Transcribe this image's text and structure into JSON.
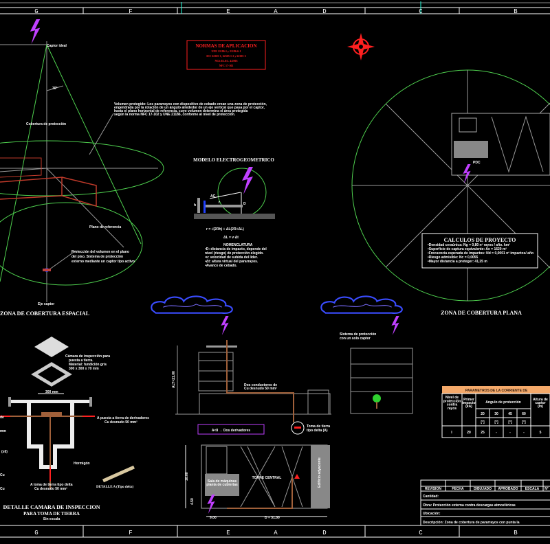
{
  "frame": {
    "top_letters": [
      "G",
      "F",
      "E",
      "A",
      "D",
      "C",
      "B"
    ],
    "bottom_letters": [
      "G",
      "F",
      "E",
      "A",
      "D",
      "C",
      "B"
    ]
  },
  "colors": {
    "background": "#000000",
    "cone": "#4fd14f",
    "lightning": "#c040ff",
    "norms": "#ff2020",
    "cloud": "#3a4cff",
    "copper": "#a0603a",
    "table_header": "#f4a96a"
  },
  "spatial": {
    "captor_label": "Captor ideal",
    "angle_label": "30°",
    "coverage_label": "Cobertura de protección",
    "reference_label": "Plano de referencia",
    "note_lines": [
      "Protección del volumen en el plano",
      "del piso. Sistema de protección",
      "externo mediante un captor tipo activo"
    ],
    "axis_label": "Eje captor",
    "title": "ZONA DE COBERTURA ESPACIAL",
    "description_lines": [
      "Volumen protegido: Los pararrayos con dispositivo de cebado crean una zona de protección,",
      "engendrada por la rotación de un ángulo alrededor de un eje vertical que pasa por el captor,",
      "hasta el plano horizontal de referencia, cuyo volumen determina el área protegida",
      "según la norma NFC 17-102 y UNE 21186, conforme al nivel de protección."
    ]
  },
  "norms": {
    "title": "NORMAS DE APLICACION",
    "lines": [
      "UNE 21186-1 y 21186-6-1",
      "IEC 62305-1, 62305-1-2 y 62305-3",
      "NCh ELEC. 4/2003",
      "NFC 17-102"
    ]
  },
  "egm": {
    "title": "MODELO ELECTROGEOMETRICO",
    "labels": {
      "ac": "AC",
      "h": "h",
      "r": "r",
      "d": "D"
    },
    "formula1": "r = √(2Rh) + ΔL(2R+ΔL)",
    "formula2": "ΔL = v·Δt",
    "legend_title": "NOMENCLATURA",
    "legend_lines": [
      "•D: distancia de impacto, depende del",
      "  nivel (riesgo) de protección elegido.",
      "•v: velocidad de subida del líder.",
      "•Δt: altura virtual del pararrayos.",
      "•Avance de cebado."
    ]
  },
  "plane": {
    "title": "ZONA DE COBERTURA PLANA",
    "calc_title": "CALCULOS DE PROYECTO",
    "calc_lines": [
      "•Densidad ceraúnica: Ng = 0,80 nº rayos / año. km²",
      "•Superficie de captura equivalente: Ae = 1620 m²",
      "•Frecuencia esperada de impactos: Nd = 0,0001 nº impactos/ año",
      "•Riesgo admisible: Nc = 0,0055",
      "•Mayor distancia a proteger: 41,25 m"
    ],
    "point_label": "PDC"
  },
  "elevation": {
    "height_label": "ALT=21.00",
    "conductors_label": [
      "Dos conductores de",
      "Cu desnudo 50 mm²"
    ],
    "derivators_label": "A<8 → Dos derivadores",
    "ground_label": [
      "Toma de tierra",
      "tipo delta (A)"
    ],
    "right_building_label": [
      "Sistema de protección",
      "con un solo captor"
    ]
  },
  "params_table": {
    "title": "PARAMETROS DE LA CORRIENTE DE",
    "headers": [
      "Nivel de protección contra rayos",
      "Primer impacto (kA)",
      "Angulo de protección",
      "Altura de captor (m)"
    ],
    "subheaders": [
      "20",
      "30",
      "45",
      "60"
    ],
    "units": [
      "[°]",
      "[°]",
      "[°]",
      "[°]"
    ],
    "row": [
      "I",
      "20",
      "25",
      "-",
      "-",
      "-",
      "5"
    ]
  },
  "detail": {
    "box_label": [
      "Cámara de inspección para",
      "puesta a tierra.",
      "Material: fundición gris",
      "300 x 300 x 70 mm"
    ],
    "dim_label": "300 mm",
    "right_arrow_label": [
      "A puesta a tierra de derivadores",
      "Cu desnudo 50 mm²"
    ],
    "concrete_label": "Hormigón",
    "left_fragments": [
      "de",
      "mm",
      "(x6)",
      "Cu",
      "Cu"
    ],
    "bottom_arrow_label": [
      "A toma de tierra tipo delta",
      "Cu desnudo 50 mm²"
    ],
    "detail_a_label": "DETALLE A (Tipo delta)",
    "title1": "DETALLE CAMARA DE INSPECCION",
    "title2": "PARA TOMA DE TIERRA",
    "scale": "Sin escala"
  },
  "floorplan": {
    "center_label": "TORRE CENTRAL",
    "box_label": [
      "Sala de máquinas",
      "planta de cubiertas"
    ],
    "side_label": "Edificio adyacente",
    "dim_d": "D = 31.00",
    "dim_left": "9.00",
    "dim_height": "10.00",
    "dim_small": "4.50"
  },
  "title_block": {
    "columns": [
      "REVISION",
      "FECHA",
      "DIBUJADO",
      "APROBADO",
      "ESCALA",
      "N°"
    ],
    "client": "Cantidad:",
    "work": "Obra:  Protección externa contra descargas atmosféricas",
    "location": "Ubicación:",
    "description": "Descripción:  Zona de cobertura de pararrayos con punta la"
  }
}
